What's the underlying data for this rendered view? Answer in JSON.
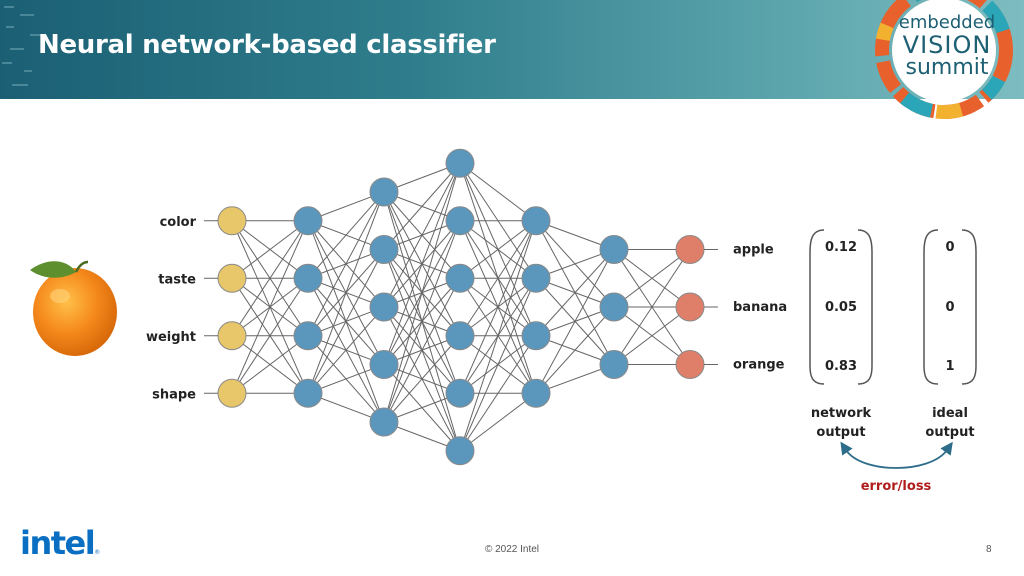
{
  "slide": {
    "title": "Neural network-based classifier",
    "footer_copyright": "© 2022 Intel",
    "page_number": "8"
  },
  "logos": {
    "evs": {
      "line1": "embedded",
      "line2": "VISION",
      "line3": "summit"
    },
    "intel": {
      "text": "intel",
      "mark": "®"
    }
  },
  "diagram": {
    "inputs": [
      "color",
      "taste",
      "weight",
      "shape"
    ],
    "outputs": [
      "apple",
      "banana",
      "orange"
    ],
    "layer_sizes": [
      4,
      4,
      5,
      6,
      4,
      3,
      3
    ],
    "network_output": {
      "label_line1": "network",
      "label_line2": "output",
      "values": [
        "0.12",
        "0.05",
        "0.83"
      ]
    },
    "ideal_output": {
      "label_line1": "ideal",
      "label_line2": "output",
      "values": [
        "0",
        "0",
        "1"
      ]
    },
    "error_label": "error/loss",
    "image_subject": "orange-fruit-icon",
    "colors": {
      "input_node": "#e8c66a",
      "hidden_node": "#5b97bd",
      "output_node": "#e07f69",
      "edge": "#666666",
      "node_stroke": "#8a8a8a",
      "error_text": "#b01c1c",
      "arrow": "#2d6d8a"
    }
  }
}
